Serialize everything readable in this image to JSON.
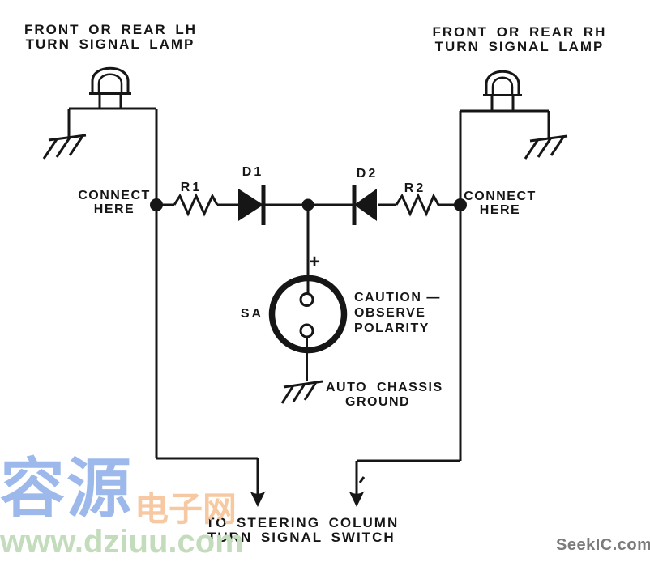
{
  "diagram": {
    "title_left": {
      "line1": "FRONT OR REAR LH",
      "line2": "TURN SIGNAL LAMP"
    },
    "title_right": {
      "line1": "FRONT OR REAR RH",
      "line2": "TURN SIGNAL LAMP"
    },
    "connect_left": {
      "line1": "CONNECT",
      "line2": "HERE"
    },
    "connect_right": {
      "line1": "CONNECT",
      "line2": "HERE"
    },
    "refs": {
      "r1": "R1",
      "d1": "D1",
      "d2": "D2",
      "r2": "R2",
      "sa": "SA",
      "polarity_plus": "+"
    },
    "caution": {
      "line1": "CAUTION —",
      "line2": "OBSERVE",
      "line3": "POLARITY"
    },
    "chassis_ground": {
      "line1": "AUTO CHASSIS",
      "line2": "GROUND"
    },
    "destination": {
      "line1": "TO STEERING COLUMN",
      "line2": "TURN SIGNAL SWITCH"
    }
  },
  "watermarks": {
    "cn_name_part1": "容源",
    "cn_name_part2": "电子网",
    "url": "www.dziuu.com",
    "seekic": "SeekIC.com"
  },
  "colors": {
    "ink": "#161616",
    "watermark_blue": "#9db9ec",
    "watermark_peach": "#f7c9a3",
    "watermark_green": "#c3dcbc",
    "watermark_gray": "#7b7b7b"
  }
}
